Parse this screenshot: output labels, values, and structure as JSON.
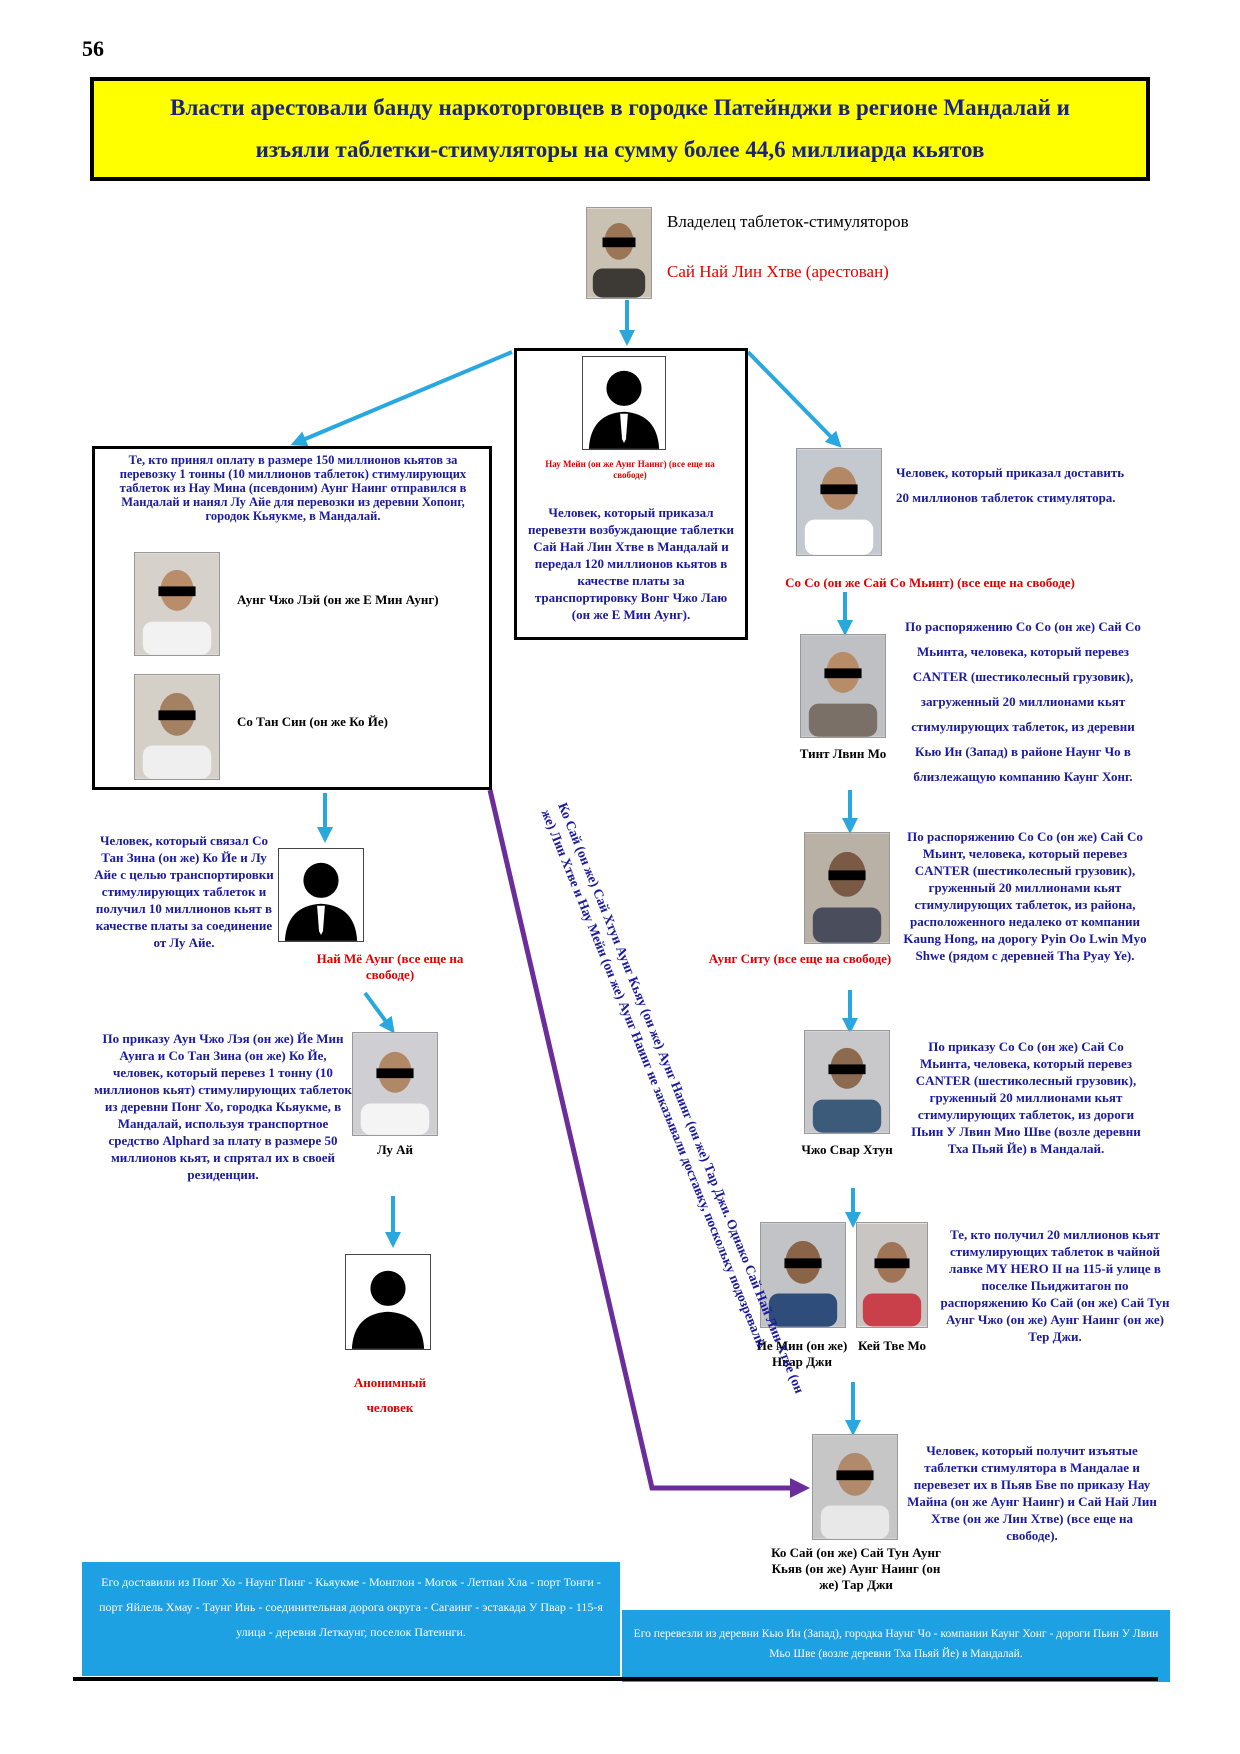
{
  "page_number": "56",
  "title": {
    "line1": "Власти арестовали банду наркоторговцев в городке Патейнджи в регионе Мандалай и",
    "line2": "изъяли таблетки-стимуляторы на сумму более 44,6 миллиарда кьятов"
  },
  "top_person": {
    "role": "Владелец таблеток-стимуляторов",
    "name": "Сай Най Лин Хтве (арестован)"
  },
  "center_person": {
    "name": "Нау Мейн (он же Аунг Наинг) (все еще на свободе)",
    "desc": "Человек, который приказал перевезти возбуждающие таблетки Сай Най Лин Хтве в Мандалай и передал 120 миллионов кьятов в качестве платы за транспортировку Вонг Чжо Лаю (он же Е Мин Аунг)."
  },
  "left_group": {
    "desc": "Те, кто принял оплату в размере 150 миллионов кьятов за перевозку 1 тонны (10 миллионов таблеток) стимулирующих таблеток из Нау Мина (псевдоним) Аунг Наинг отправился в Мандалай и нанял Лу Айе для перевозки из деревни Хопонг, городок Кьяукме, в Мандалай.",
    "person1": "Аунг Чжо Лэй (он же Е Мин Аунг)",
    "person2": "Со Тан Син (он же Ко Йе)"
  },
  "left_chain": {
    "p1_desc": "Человек, который связал Со Тан Зина (он же) Ко Йе и Лу Айе с целью транспортировки стимулирующих таблеток и получил 10 миллионов кьят в качестве платы за соединение от Лу Айе.",
    "p1_name": "Най Мё Аунг (все еще на свободе)",
    "p2_desc": "По приказу Аун Чжо Лэя (он же) Йе Мин Аунга и Со Тан Зина (он же) Ко Йе, человек, который перевез 1 тонну (10 миллионов кьят) стимулирующих таблеток из деревни Понг Хо, городка Кьяукме, в Мандалай, используя транспортное средство Alphard за плату в размере 50 миллионов кьят, и спрятал их в своей резиденции.",
    "p2_name": "Лу Ай",
    "p3_name": "Анонимный человек"
  },
  "right_chain": {
    "p1_desc": "Человек, который приказал доставить 20 миллионов таблеток стимулятора.",
    "p1_name": "Со Со (он же Сай Со Мьинт) (все еще на свободе)",
    "p2_desc": "По распоряжению Со Со (он же) Сай Со Мьинта, человека, который перевез CANTER (шестиколесный грузовик), загруженный 20 миллионами кьят стимулирующих таблеток, из деревни Кью Ин (Запад) в районе Наунг Чо в близлежащую компанию Каунг Хонг.",
    "p2_name": "Тинт Лвин Мо",
    "p3_desc": "По распоряжению Со Со (он же) Сай Со Мьинт, человека, который перевез CANTER (шестиколесный грузовик), груженный 20 миллионами кьят стимулирующих таблеток, из района, расположенного недалеко от компании Kaung Hong, на дорогу Pyin Oo Lwin Myo Shwe (рядом с деревней Tha Pyay Ye).",
    "p3_name": "Аунг Ситу (все еще на свободе)",
    "p4_desc": "По приказу Со Со (он же) Сай Со Мьинта, человека, который перевез CANTER (шестиколесный грузовик), груженный 20 миллионами кьят стимулирующих таблеток, из дороги Пьин У Лвин Мио Шве (возле деревни Тха Пьяй Йе) в Мандалай.",
    "p4_name": "Чжо Свар Хтун",
    "p5_desc": "Те, кто получил 20 миллионов кьят стимулирующих таблеток в чайной лавке MY HERO II на 115-й улице в поселке Пьиджитагон по распоряжению Ко Сай (он же) Сай Тун Аунг Чжо (он же) Аунг Наинг (он же) Тер Джи.",
    "p5_name_a": "Йе Мин (он же) Нвар Джи",
    "p5_name_b": "Кей Тве Мо",
    "p6_desc": "Человек, который получит изъятые таблетки стимулятора в Мандалае и перевезет их в Пьяв Бве по приказу Нау Майна (он же Аунг Наинг) и Сай Най Лин Хтве (он же Лин Хтве) (все еще на свободе).",
    "p6_name": "Ко Сай (он же) Сай Тун Аунг Кьяв (он же) Аунг Наинг (он же) Тар Джи"
  },
  "diagonal_note": "Ко Сай (он же) Сай Хтун Аунг Кьяу (он же) Аунг Наинг (он же) Тар Джи. Однако Сай Най Лин Хтве (он же) Лин Хтве и Нау Мейн (он же) Аунг Наинг не заказывали доставку, поскольку подозревали.",
  "route_left": "Его доставили из Понг Хо - Наунг Пинг - Кьяукме - Монглон - Могок - Летпан Хла - порт Тонги - порт Яйлель Хмау - Таунг Инь - соединительная дорога округа - Сагаинг - эстакада У Пвар - 115-я улица - деревня Леткаунг, поселок Патеинги.",
  "route_right": "Его перевезли из деревни Кью Ин (Запад), городка Наунг Чо - компании Каунг Хонг - дороги Пьин У Лвин Мьо Шве (возле деревни Тха Пьяй Йе) в Мандалай.",
  "colors": {
    "title_bg": "#ffff00",
    "title_text": "#1a237e",
    "body_text": "#1a1a9c",
    "name_red": "#e00000",
    "arrow": "#29a8e0",
    "purple_arrow": "#6a2d9a",
    "route_box": "#1da1e2"
  }
}
